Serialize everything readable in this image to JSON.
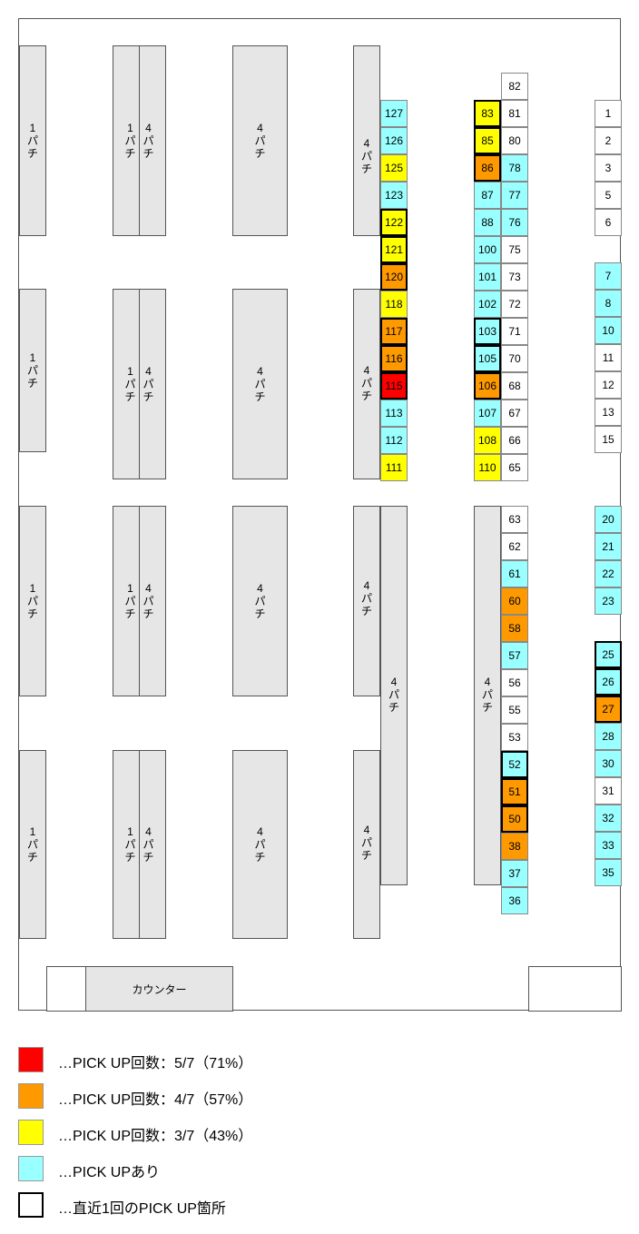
{
  "colors": {
    "red": "#ff0000",
    "orange": "#ff9900",
    "yellow": "#ffff00",
    "cyan": "#99ffff",
    "none": "#ffffff",
    "island": "#e6e6e6"
  },
  "islands": {
    "pachi1": "1\nパ\nチ",
    "pachi4": "4\nパ\nチ",
    "counter": "カウンター"
  },
  "seats": [
    {
      "n": "127",
      "c": "cyan"
    },
    {
      "n": "126",
      "c": "cyan"
    },
    {
      "n": "125",
      "c": "yellow"
    },
    {
      "n": "123",
      "c": "cyan"
    },
    {
      "n": "122",
      "c": "yellow",
      "r": true
    },
    {
      "n": "121",
      "c": "yellow",
      "r": true
    },
    {
      "n": "120",
      "c": "orange",
      "r": true
    },
    {
      "n": "118",
      "c": "yellow"
    },
    {
      "n": "117",
      "c": "orange",
      "r": true
    },
    {
      "n": "116",
      "c": "orange",
      "r": true
    },
    {
      "n": "115",
      "c": "red",
      "r": true
    },
    {
      "n": "113",
      "c": "cyan"
    },
    {
      "n": "112",
      "c": "cyan"
    },
    {
      "n": "111",
      "c": "yellow"
    },
    {
      "n": "83",
      "c": "yellow",
      "r": true
    },
    {
      "n": "85",
      "c": "yellow",
      "r": true
    },
    {
      "n": "86",
      "c": "orange",
      "r": true
    },
    {
      "n": "87",
      "c": "cyan"
    },
    {
      "n": "88",
      "c": "cyan"
    },
    {
      "n": "100",
      "c": "cyan"
    },
    {
      "n": "101",
      "c": "cyan"
    },
    {
      "n": "102",
      "c": "cyan"
    },
    {
      "n": "103",
      "c": "cyan",
      "r": true
    },
    {
      "n": "105",
      "c": "cyan",
      "r": true
    },
    {
      "n": "106",
      "c": "orange",
      "r": true
    },
    {
      "n": "107",
      "c": "cyan"
    },
    {
      "n": "108",
      "c": "yellow"
    },
    {
      "n": "110",
      "c": "yellow"
    },
    {
      "n": "82",
      "c": "none"
    },
    {
      "n": "81",
      "c": "none"
    },
    {
      "n": "80",
      "c": "none"
    },
    {
      "n": "78",
      "c": "cyan"
    },
    {
      "n": "77",
      "c": "cyan"
    },
    {
      "n": "76",
      "c": "cyan"
    },
    {
      "n": "75",
      "c": "none"
    },
    {
      "n": "73",
      "c": "none"
    },
    {
      "n": "72",
      "c": "none"
    },
    {
      "n": "71",
      "c": "none"
    },
    {
      "n": "70",
      "c": "none"
    },
    {
      "n": "68",
      "c": "none"
    },
    {
      "n": "67",
      "c": "none"
    },
    {
      "n": "66",
      "c": "none"
    },
    {
      "n": "65",
      "c": "none"
    },
    {
      "n": "63",
      "c": "none"
    },
    {
      "n": "62",
      "c": "none"
    },
    {
      "n": "61",
      "c": "cyan"
    },
    {
      "n": "60",
      "c": "orange"
    },
    {
      "n": "58",
      "c": "orange"
    },
    {
      "n": "57",
      "c": "cyan"
    },
    {
      "n": "56",
      "c": "none"
    },
    {
      "n": "55",
      "c": "none"
    },
    {
      "n": "53",
      "c": "none"
    },
    {
      "n": "52",
      "c": "cyan",
      "r": true
    },
    {
      "n": "51",
      "c": "orange",
      "r": true
    },
    {
      "n": "50",
      "c": "orange",
      "r": true
    },
    {
      "n": "38",
      "c": "orange"
    },
    {
      "n": "37",
      "c": "cyan"
    },
    {
      "n": "36",
      "c": "cyan"
    },
    {
      "n": "1",
      "c": "none"
    },
    {
      "n": "2",
      "c": "none"
    },
    {
      "n": "3",
      "c": "none"
    },
    {
      "n": "5",
      "c": "none"
    },
    {
      "n": "6",
      "c": "none"
    },
    {
      "n": "7",
      "c": "cyan"
    },
    {
      "n": "8",
      "c": "cyan"
    },
    {
      "n": "10",
      "c": "cyan"
    },
    {
      "n": "11",
      "c": "none"
    },
    {
      "n": "12",
      "c": "none"
    },
    {
      "n": "13",
      "c": "none"
    },
    {
      "n": "15",
      "c": "none"
    },
    {
      "n": "20",
      "c": "cyan"
    },
    {
      "n": "21",
      "c": "cyan"
    },
    {
      "n": "22",
      "c": "cyan"
    },
    {
      "n": "23",
      "c": "cyan"
    },
    {
      "n": "25",
      "c": "cyan",
      "r": true
    },
    {
      "n": "26",
      "c": "cyan",
      "r": true
    },
    {
      "n": "27",
      "c": "orange",
      "r": true
    },
    {
      "n": "28",
      "c": "cyan"
    },
    {
      "n": "30",
      "c": "cyan"
    },
    {
      "n": "31",
      "c": "none"
    },
    {
      "n": "32",
      "c": "cyan"
    },
    {
      "n": "33",
      "c": "cyan"
    },
    {
      "n": "35",
      "c": "cyan"
    }
  ],
  "legend": [
    {
      "color": "red",
      "text": "…PICK UP回数：5/7（71%）",
      "recent": false
    },
    {
      "color": "orange",
      "text": "…PICK UP回数：4/7（57%）",
      "recent": false
    },
    {
      "color": "yellow",
      "text": "…PICK UP回数：3/7（43%）",
      "recent": false
    },
    {
      "color": "cyan",
      "text": "…PICK UPあり",
      "recent": false
    },
    {
      "color": "none",
      "text": "…直近1回のPICK UP箇所",
      "recent": true
    }
  ]
}
